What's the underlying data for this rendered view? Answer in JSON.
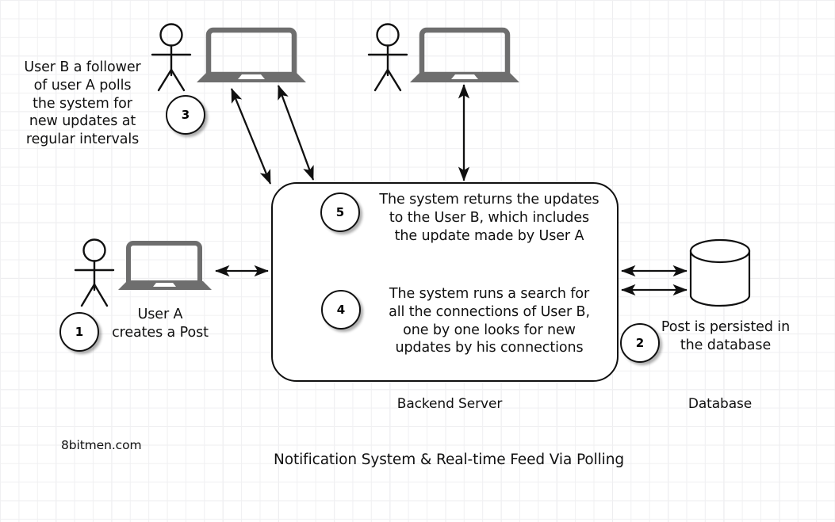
{
  "diagram": {
    "title": "Notification System & Real-time Feed Via Polling",
    "brand": "8bitmen.com",
    "colors": {
      "stroke": "#101010",
      "device": "#6e6e6e",
      "background": "#ffffff",
      "grid_minor": "#f0f0f2",
      "grid_major": "#e2e2e6"
    }
  },
  "notes": {
    "user_b_polling": "User B a follower\nof user A polls\nthe system for\nnew updates at\nregular intervals",
    "user_a_post": "User A\ncreates a Post",
    "post_persisted": "Post is persisted in\nthe database"
  },
  "server": {
    "label": "Backend Server",
    "steps": [
      {
        "number": "5",
        "text": "The system returns the updates\nto the User B, which includes\nthe update made by User A"
      },
      {
        "number": "4",
        "text": "The system runs a search for\nall the connections of User B,\none by one looks for new\nupdates by his connections"
      }
    ]
  },
  "database": {
    "label": "Database"
  },
  "badges": [
    {
      "number": "1"
    },
    {
      "number": "2"
    },
    {
      "number": "3"
    },
    {
      "number": "4"
    },
    {
      "number": "5"
    }
  ]
}
